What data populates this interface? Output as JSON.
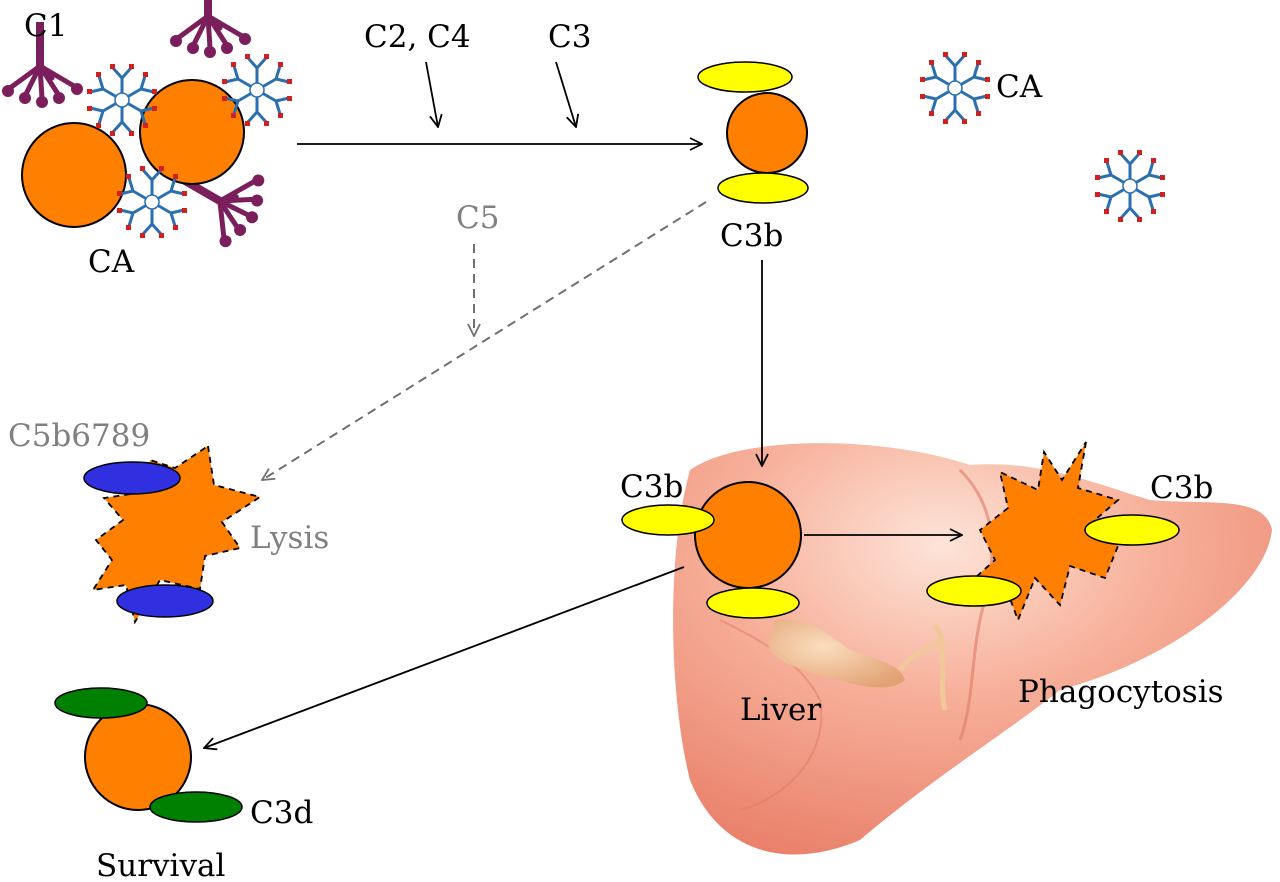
{
  "labels": {
    "c1": "C1",
    "ca_left": "CA",
    "c2_c4": "C2, C4",
    "c3_top": "C3",
    "c3b_top": "C3b",
    "ca_right": "CA",
    "c5": "C5",
    "c5b6789": "C5b6789",
    "lysis": "Lysis",
    "c3b_liver_left": "C3b",
    "c3b_liver_right": "C3b",
    "liver": "Liver",
    "phagocytosis": "Phagocytosis",
    "c3d": "C3d",
    "survival": "Survival"
  },
  "colors": {
    "cell": "#ff7f00",
    "c3b_fragment": "#ffff00",
    "c3d_fragment": "#008000",
    "mac_complex": "#3030e0",
    "c1_complex": "#7a1f5c",
    "antibody": "#2a6fb0",
    "liver": "#f4a08a",
    "arrow": "#000000",
    "dashed_arrow": "#707070",
    "gray_text": "#808080"
  },
  "icons": [
    "c1-complex-icon",
    "antibody-icon",
    "liver-icon",
    "lysed-cell-icon"
  ]
}
